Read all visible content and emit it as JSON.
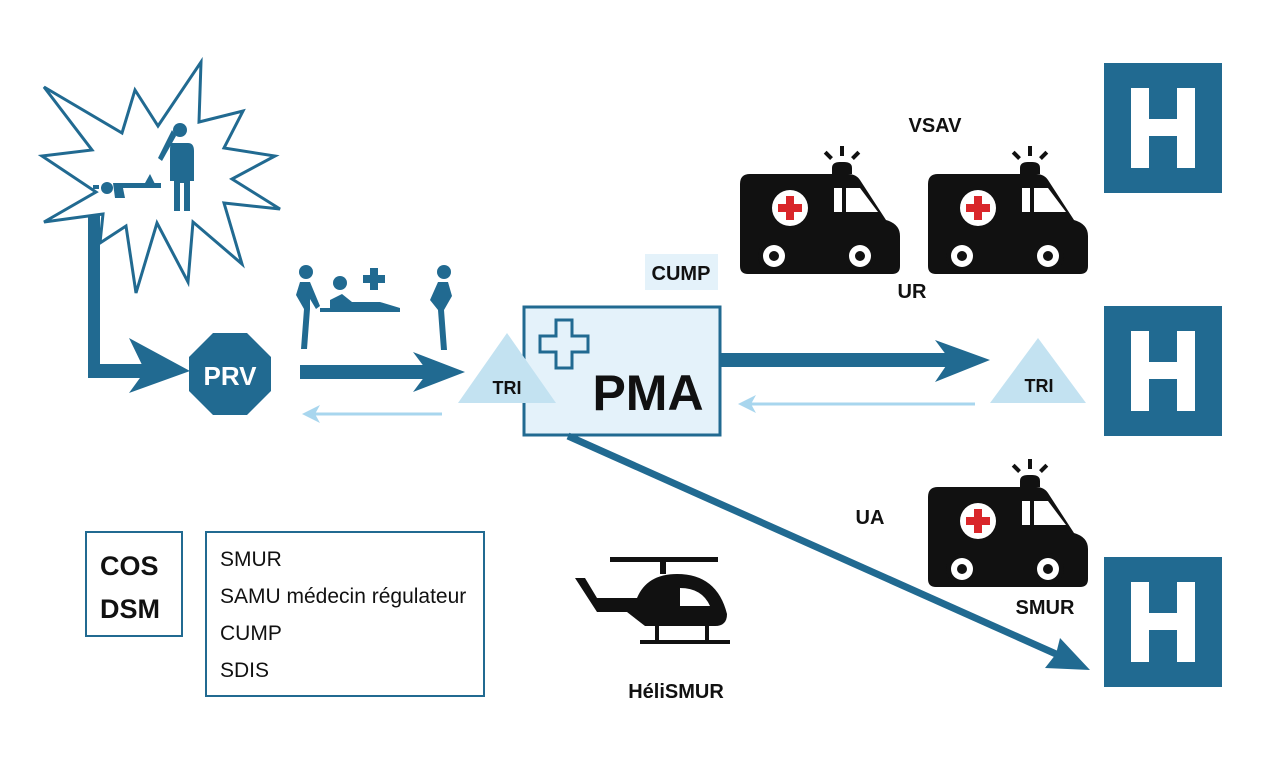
{
  "colors": {
    "primary": "#216a91",
    "light": "#c3e2f1",
    "pma_fill": "#e4f2fa",
    "cross_red": "#d9262a",
    "black": "#111111"
  },
  "nodes": {
    "prv": "PRV",
    "tri_left": "TRI",
    "tri_right": "TRI",
    "pma": "PMA",
    "cump_badge": "CUMP",
    "hospital": "H"
  },
  "labels": {
    "vsav": "VSAV",
    "ur": "UR",
    "ua": "UA",
    "smur": "SMUR",
    "helismur": "HéliSMUR"
  },
  "legend_left": [
    "COS",
    "DSM"
  ],
  "legend_right": [
    "SMUR",
    "SAMU médecin régulateur",
    "CUMP",
    "SDIS"
  ],
  "icons": [
    "explosion-icon",
    "caller-icon",
    "victim-icon",
    "stretcher-bearers-icon",
    "ambulance-icon",
    "helicopter-icon",
    "hospital-icon",
    "medical-cross-icon"
  ]
}
